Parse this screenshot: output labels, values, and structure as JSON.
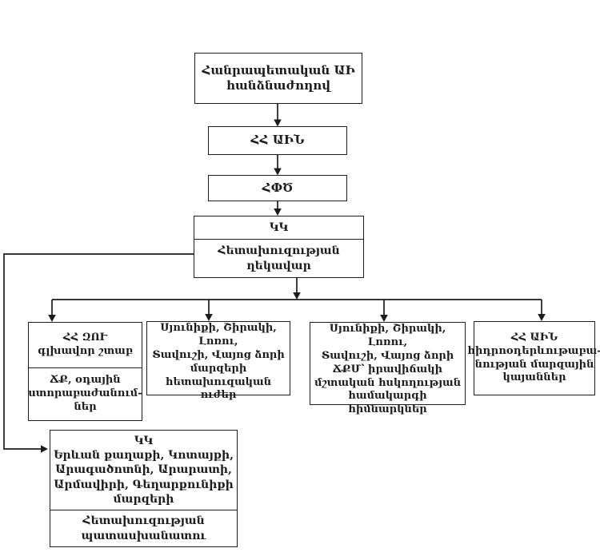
{
  "colors": {
    "line": "#1c1c1c",
    "text": "#1c1c1c",
    "background": "#ffffff"
  },
  "diagram": {
    "boxes": {
      "republican_ai_committee": {
        "text": "Հանրապետական ԱԻ\nհանձնաժողով"
      },
      "hh_ain": {
        "text": "ՀՀ ԱԻՆ"
      },
      "hpts": {
        "text": "ՀՓԾ"
      },
      "crisis_center_recon_head": {
        "header": "ԿԿ",
        "body": "Հետախուզության\nղեկավար"
      },
      "armed_forces_general_staff": {
        "header": "ՀՀ ԶՈՒ\nգլխավոր շտաբ",
        "body": "ՃՔ, օդային\nստորաբաժանում-\nներ"
      },
      "marz_recon_forces": {
        "text": "Սյունիքի, Շիրակի, Լոռու,\nՏավուշի, Վայոց ձորի\nմարզերի\nհետախուզական ուժեր"
      },
      "monitoring_system_institutions": {
        "text": "Սյունիքի, Շիրակի, Լոռու,\nՏավուշի, Վայոց ձորի\nՃՔՄ՝ իրավիճակի\nմշտական հսկողության\nհամակարգի հիմնարկներ"
      },
      "hydromet_stations": {
        "text": "ՀՀ ԱԻՆ\nհիդրոօդերևութաբա-\nնության մարզային\nկայաններ"
      },
      "marz_crisis_centers": {
        "header": "ԿԿ\nԵրևան քաղաքի, Կոտայքի,\nԱրագածոտնի, Արարատի,\nԱրմավիրի, Գեղարքունիքի\nմարզերի",
        "body": "Հետախուզության\nպատասխանատու"
      }
    }
  }
}
